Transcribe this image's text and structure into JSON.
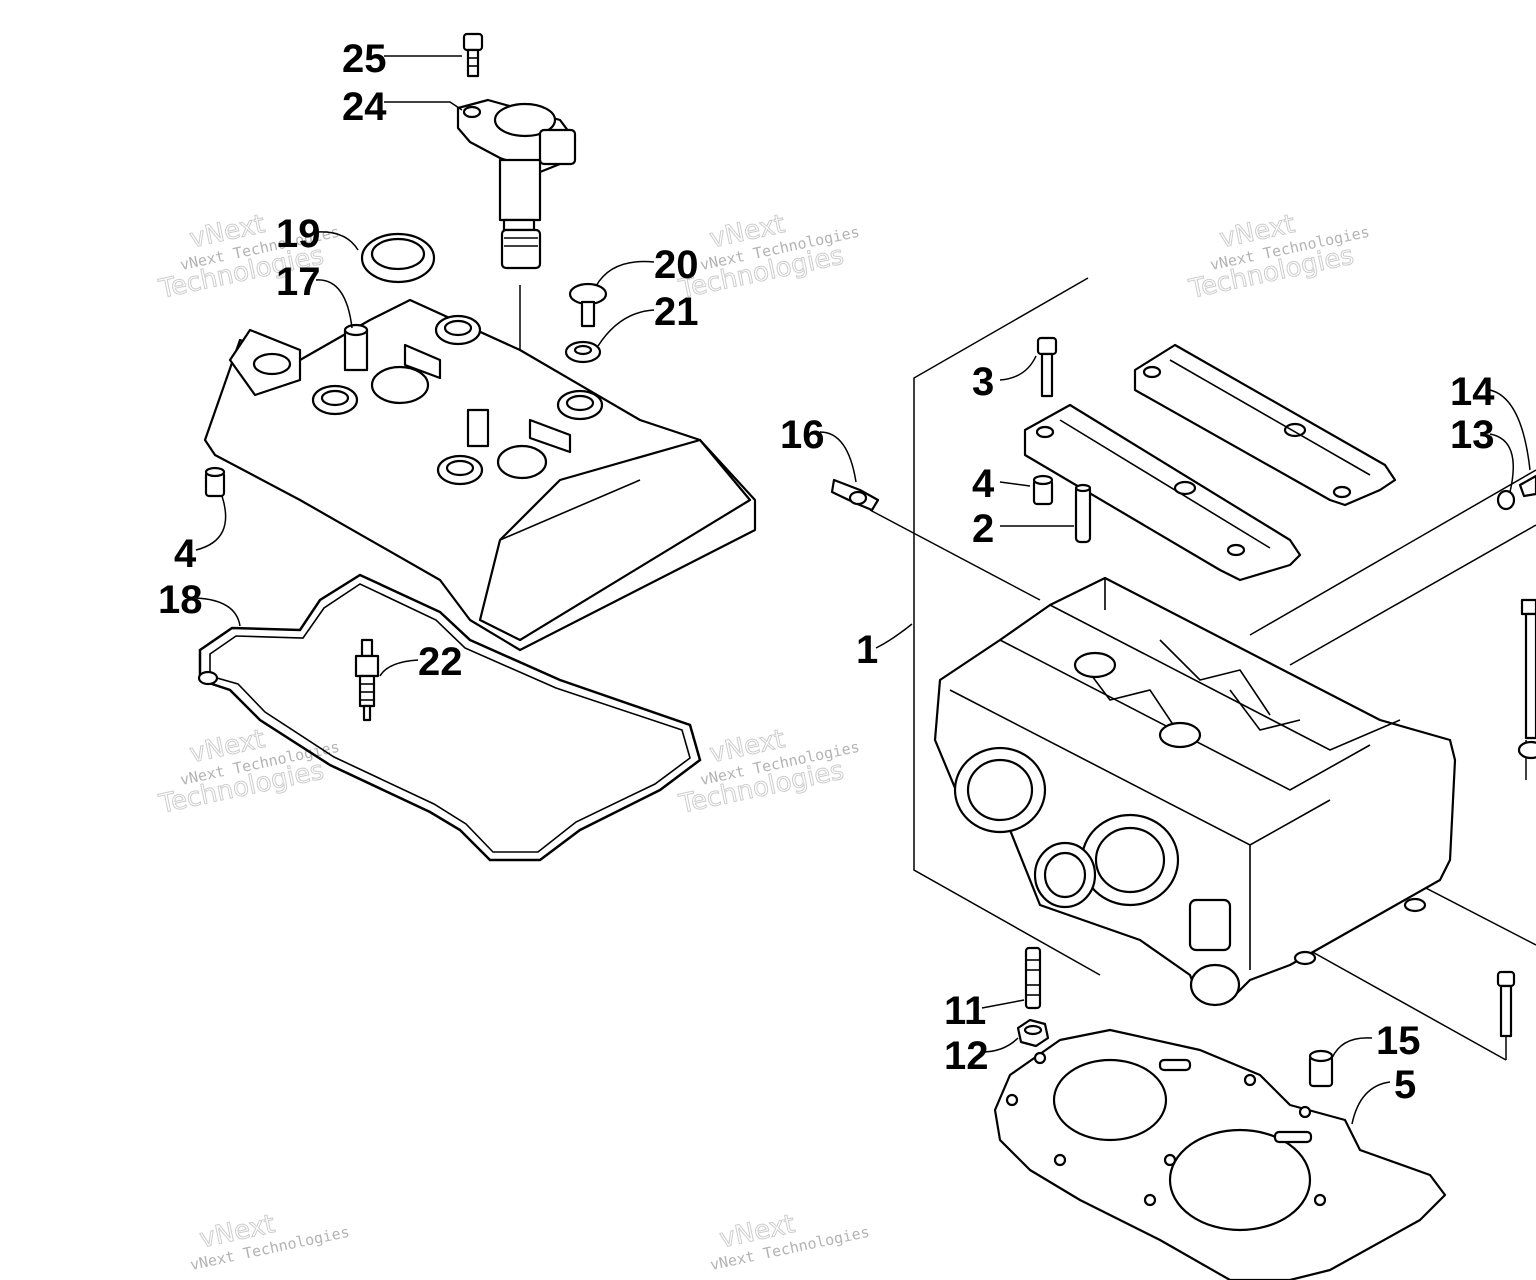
{
  "callouts": [
    {
      "id": "25",
      "label": "25"
    },
    {
      "id": "24",
      "label": "24"
    },
    {
      "id": "19",
      "label": "19"
    },
    {
      "id": "17",
      "label": "17"
    },
    {
      "id": "20",
      "label": "20"
    },
    {
      "id": "21",
      "label": "21"
    },
    {
      "id": "3",
      "label": "3"
    },
    {
      "id": "14",
      "label": "14"
    },
    {
      "id": "13",
      "label": "13"
    },
    {
      "id": "16",
      "label": "16"
    },
    {
      "id": "4a",
      "label": "4"
    },
    {
      "id": "4b",
      "label": "4"
    },
    {
      "id": "2",
      "label": "2"
    },
    {
      "id": "18",
      "label": "18"
    },
    {
      "id": "1",
      "label": "1"
    },
    {
      "id": "22",
      "label": "22"
    },
    {
      "id": "11",
      "label": "11"
    },
    {
      "id": "12",
      "label": "12"
    },
    {
      "id": "15",
      "label": "15"
    },
    {
      "id": "5",
      "label": "5"
    }
  ],
  "watermark": {
    "brand": "vNext",
    "company": "vNext Technologies",
    "word": "Technologies"
  }
}
